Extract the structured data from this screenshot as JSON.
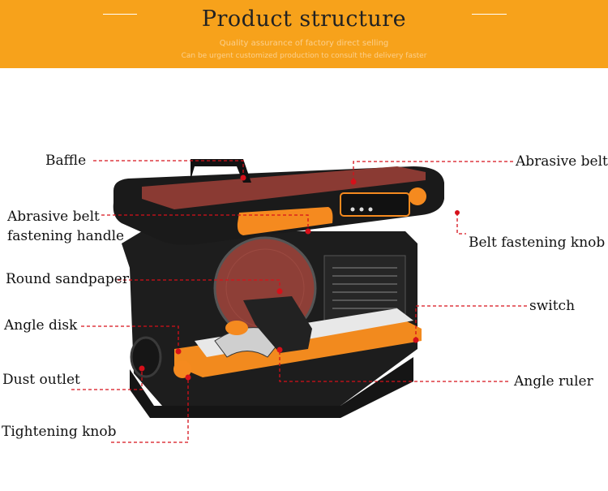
{
  "header": {
    "title": "Product structure",
    "subtitle_1": "Quality assurance of factory direct selling",
    "subtitle_2": "Can be urgent customized production to consult the delivery faster"
  },
  "labels": {
    "baffle": "Baffle",
    "abrasive_belt": "Abrasive belt",
    "abrasive_belt_handle_1": "Abrasive belt",
    "abrasive_belt_handle_2": "fastening handle",
    "belt_fastening_knob": "Belt fastening knob",
    "round_sandpaper": "Round sandpaper",
    "switch": "switch",
    "angle_disk": "Angle disk",
    "dust_outlet": "Dust outlet",
    "angle_ruler": "Angle ruler",
    "tightening_knob": "Tightening knob"
  },
  "colors": {
    "banner": "#f7a21b",
    "accent_orange": "#f58a1f",
    "leader_red": "#d6101a",
    "belt": "#8a3a33",
    "body": "#1d1d1d"
  }
}
